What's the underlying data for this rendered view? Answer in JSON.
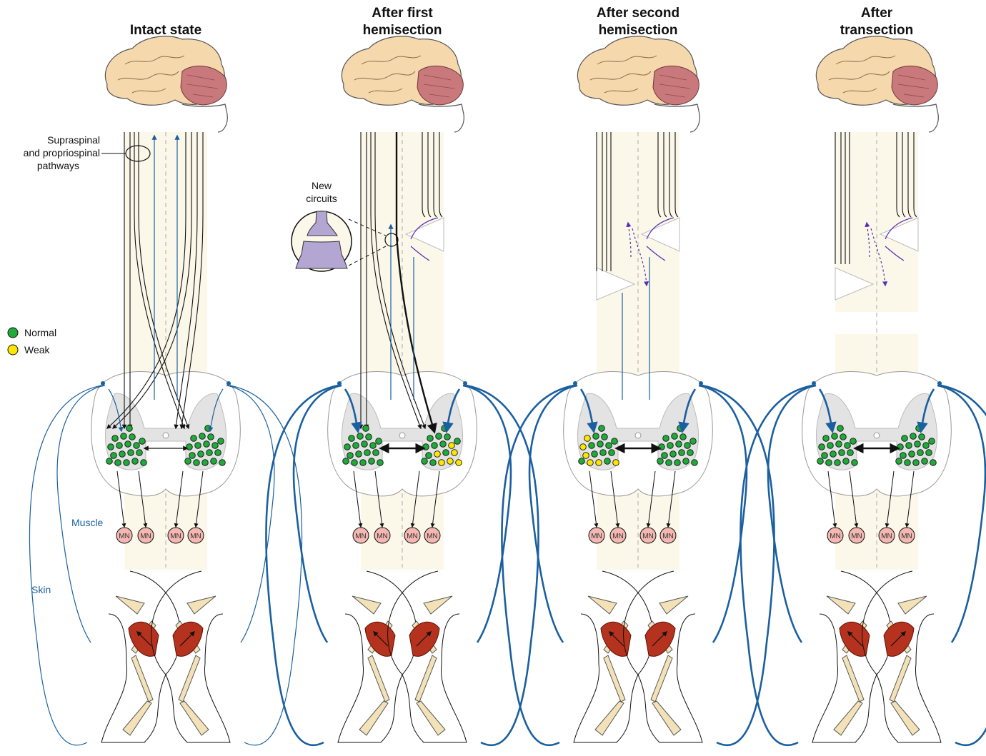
{
  "panels": [
    {
      "key": "intact",
      "title_lines": [
        "Intact state"
      ]
    },
    {
      "key": "first",
      "title_lines": [
        "After first",
        "hemisection"
      ]
    },
    {
      "key": "second",
      "title_lines": [
        "After second",
        "hemisection"
      ]
    },
    {
      "key": "transection",
      "title_lines": [
        "After",
        "transection"
      ]
    }
  ],
  "labels": {
    "pathways": [
      "Supraspinal",
      "and propriospinal",
      "pathways"
    ],
    "new_circuits": [
      "New",
      "circuits"
    ],
    "muscle": "Muscle",
    "skin": "Skin",
    "motor_neuron": "MN"
  },
  "legend": [
    {
      "label": "Normal",
      "color": "#1faa3a"
    },
    {
      "label": "Weak",
      "color": "#ffe600"
    }
  ],
  "colors": {
    "afferent": "#1a5fa0",
    "new_circuit": "#5b2db5",
    "cord": "#fbf8ea",
    "gray_matter": "#e3e3e3",
    "brain": "#f6d8ad",
    "cerebellum": "#c9787b",
    "motor_neuron": "#f4b7b2",
    "muscle": "#b5321e",
    "bone": "#f3e2b8"
  }
}
